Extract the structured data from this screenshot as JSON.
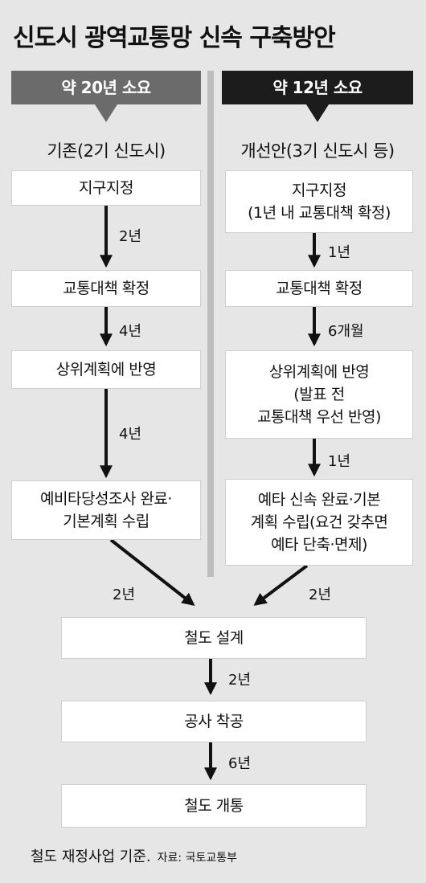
{
  "title": "신도시 광역교통망 신속 구축방안",
  "left": {
    "banner": "약 20년 소요",
    "header": "기존(2기 신도시)",
    "steps": [
      "지구지정",
      "교통대책 확정",
      "상위계획에 반영",
      "예비타당성조사 완료·\n기본계획 수립"
    ],
    "intervals": [
      "2년",
      "4년",
      "4년",
      "2년"
    ]
  },
  "right": {
    "banner": "약 12년 소요",
    "header": "개선안(3기 신도시 등)",
    "steps": [
      "지구지정\n(1년 내 교통대책 확정)",
      "교통대책 확정",
      "상위계획에 반영\n(발표 전\n교통대책 우선 반영)",
      "예타 신속 완료·기본\n계획 수립(요건 갖추면\n예타 단축·면제)"
    ],
    "intervals": [
      "1년",
      "6개월",
      "1년",
      "2년"
    ]
  },
  "common": {
    "steps": [
      "철도 설계",
      "공사 착공",
      "철도 개통"
    ],
    "intervals": [
      "2년",
      "6년"
    ]
  },
  "footnote": "철도 재정사업 기준.",
  "source": "자료: 국토교통부"
}
